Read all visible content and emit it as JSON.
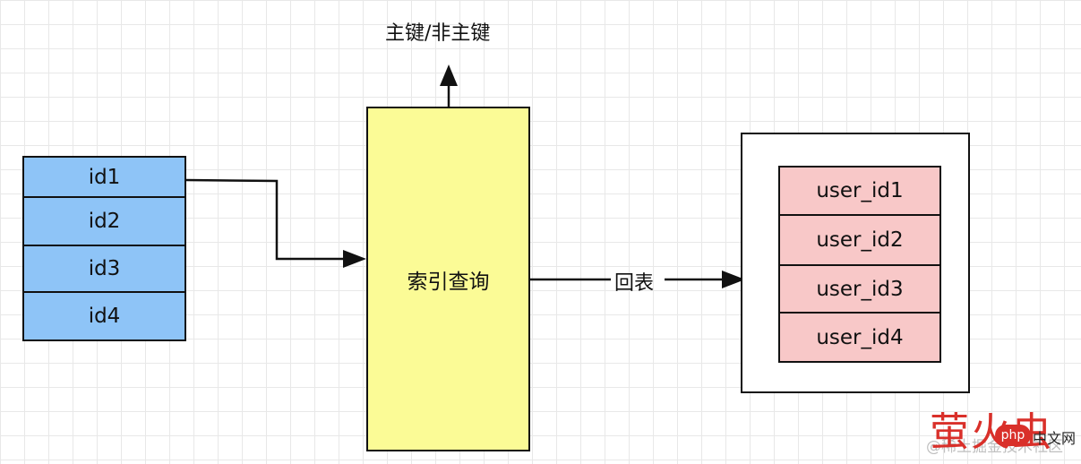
{
  "top_label": "主键/非主键",
  "left_list": {
    "items": [
      "id1",
      "id2",
      "id3",
      "id4"
    ]
  },
  "center_box": {
    "label": "索引查询"
  },
  "edge_label": "回表",
  "right_list": {
    "items": [
      "user_id1",
      "user_id2",
      "user_id3",
      "user_id4"
    ]
  },
  "watermark": {
    "big": "萤火虫",
    "small_php": "php",
    "small_cn": "中文网",
    "faint": "@稀土掘金技术社区"
  },
  "colors": {
    "blue": "#8ec4f7",
    "yellow": "#fbfb96",
    "pink": "#f8c8c8",
    "stroke": "#111111",
    "watermark_red": "#d9302a"
  }
}
